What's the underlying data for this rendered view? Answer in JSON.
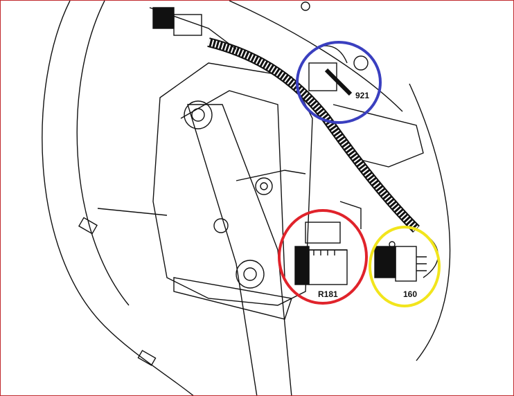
{
  "callouts": [
    {
      "label": "921",
      "color": "#3a3fbf"
    },
    {
      "label": "R181",
      "color": "#e0232b"
    },
    {
      "label": "160",
      "color": "#f2e51c"
    }
  ]
}
